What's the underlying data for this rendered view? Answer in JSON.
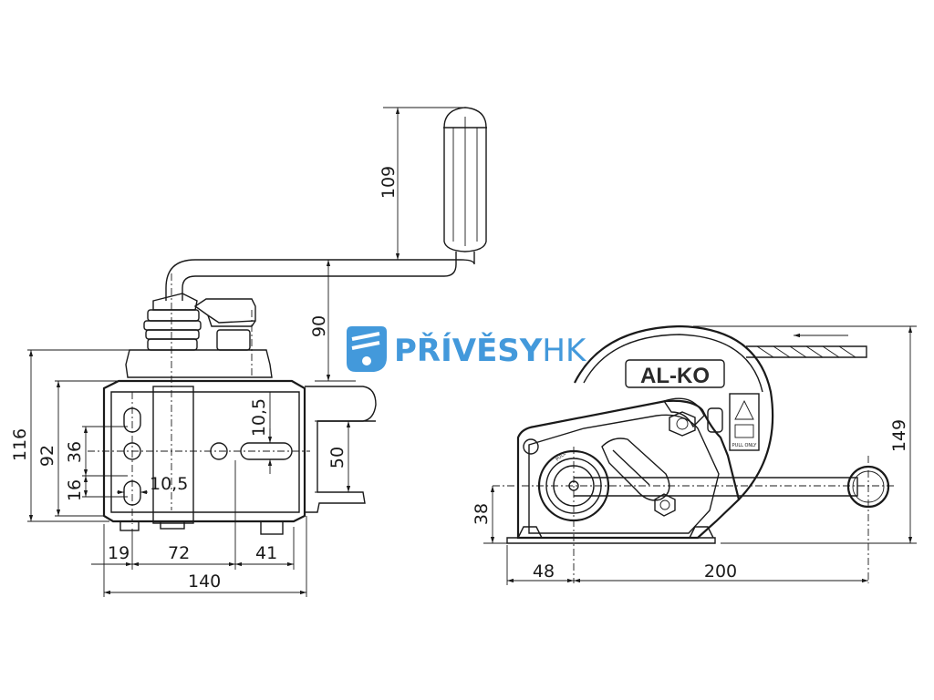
{
  "watermark": {
    "brand_bold": "PŘÍVĚSY",
    "brand_light": "HK",
    "icon": "trailer-logo-icon",
    "color": "#2f8fd8"
  },
  "device_label": {
    "brand": "AL-KO",
    "sticker_text": "PULL ONLY",
    "hub_text": "PULL"
  },
  "dimensions": {
    "handle_height": "109",
    "crank_offset": "90",
    "total_height": "116",
    "mount_height": "92",
    "hole_spacing_v": "36",
    "hole_offset_v": "16",
    "slot_width_a": "10,5",
    "slot_width_b": "10,5",
    "drum_offset": "50",
    "edge_offset": "19",
    "hole_spacing_h": "72",
    "right_offset": "41",
    "total_width": "140",
    "side_height": "149",
    "axle_height": "38",
    "base_to_axle": "48",
    "crank_radius": "200"
  },
  "colors": {
    "line": "#1a1a1a",
    "accent": "#2f8fd8"
  }
}
